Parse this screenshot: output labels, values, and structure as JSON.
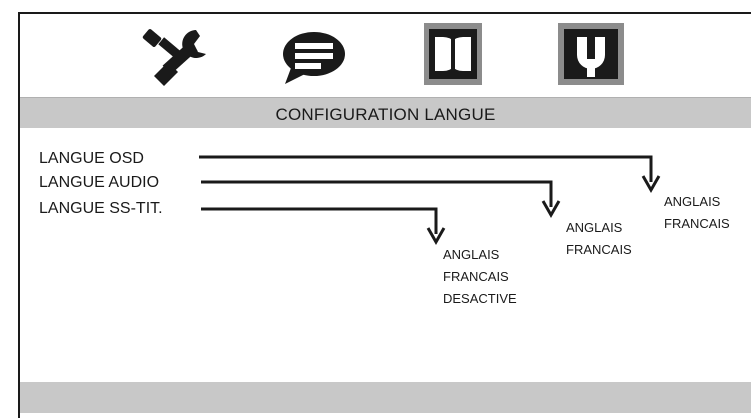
{
  "header": {
    "icons": [
      "wrench-screwdriver-icon",
      "speech-bubble-icon",
      "dolby-icon",
      "speaker-icon"
    ]
  },
  "title": "CONFIGURATION LANGUE",
  "menu": {
    "items": [
      {
        "label": "LANGUE OSD",
        "options": [
          "ANGLAIS",
          "FRANCAIS"
        ]
      },
      {
        "label": "LANGUE AUDIO",
        "options": [
          "ANGLAIS",
          "FRANCAIS"
        ]
      },
      {
        "label": "LANGUE SS-TIT.",
        "options": [
          "ANGLAIS",
          "FRANCAIS",
          "DESACTIVE"
        ]
      }
    ]
  },
  "colors": {
    "bar": "#c8c8c8",
    "ink": "#1a1a1a"
  }
}
